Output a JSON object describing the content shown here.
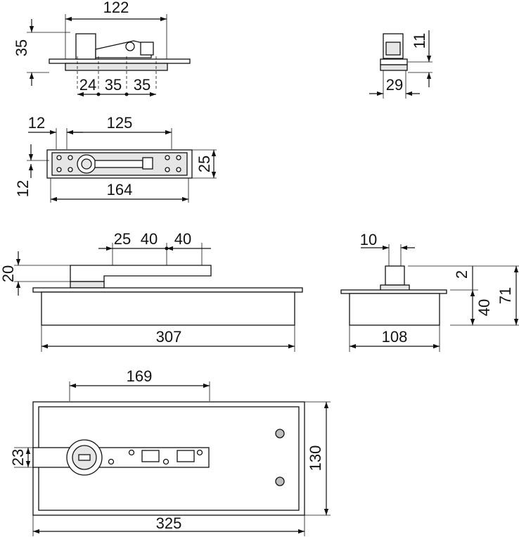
{
  "colors": {
    "line": "#111111",
    "part_fill": "#e6e6e6",
    "background": "#ffffff"
  },
  "icons": {
    "arrow": "arrowhead",
    "screw": "screw-cap-icon",
    "hole": "crosshair-hole-icon"
  },
  "dimensions": {
    "top_width": "122",
    "top_height": "35",
    "top_spacing_1": "24",
    "top_spacing_2": "35",
    "top_spacing_3": "35",
    "side_height": "11",
    "side_width": "29",
    "plate_offset": "12",
    "plate_pitch": "125",
    "plate_height": "25",
    "plate_edge": "12",
    "plate_length": "164",
    "arm_height": "20",
    "arm_pitch_1": "25",
    "arm_pitch_2": "40",
    "arm_pitch_3": "40",
    "body_length": "307",
    "shaft_width": "10",
    "shaft_height": "2",
    "body_depth": "40",
    "total_height": "71",
    "body_width": "108",
    "plan_arm_length": "169",
    "plan_arm_width": "23",
    "plan_width": "130",
    "plan_length": "325"
  }
}
